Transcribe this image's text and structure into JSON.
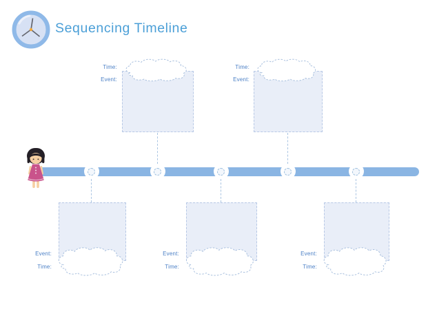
{
  "header": {
    "title": "Sequencing Timeline",
    "logo_icon": "clock-icon"
  },
  "colors": {
    "title_text": "#4b9fd7",
    "timeline_bar": "#8ab5e3",
    "card_fill": "#e9eef8",
    "card_border": "#b7c8e5",
    "label_text": "#4a7fc5",
    "connector": "#a9c4e2",
    "cloud_fill": "#ffffff",
    "girl_dress": "#c9538b",
    "clock_hand": "#63656e",
    "clock_center": "#f2a93b"
  },
  "timeline": {
    "connector_count": 5,
    "character_icon": "girl-character"
  },
  "upper_cards": [
    {
      "time_label": "Time:",
      "event_label": "Event:"
    },
    {
      "time_label": "Time:",
      "event_label": "Event:"
    }
  ],
  "lower_cards": [
    {
      "event_label": "Event:",
      "time_label": "Time:"
    },
    {
      "event_label": "Event:",
      "time_label": "Time:"
    },
    {
      "event_label": "Event:",
      "time_label": "Time:"
    }
  ]
}
